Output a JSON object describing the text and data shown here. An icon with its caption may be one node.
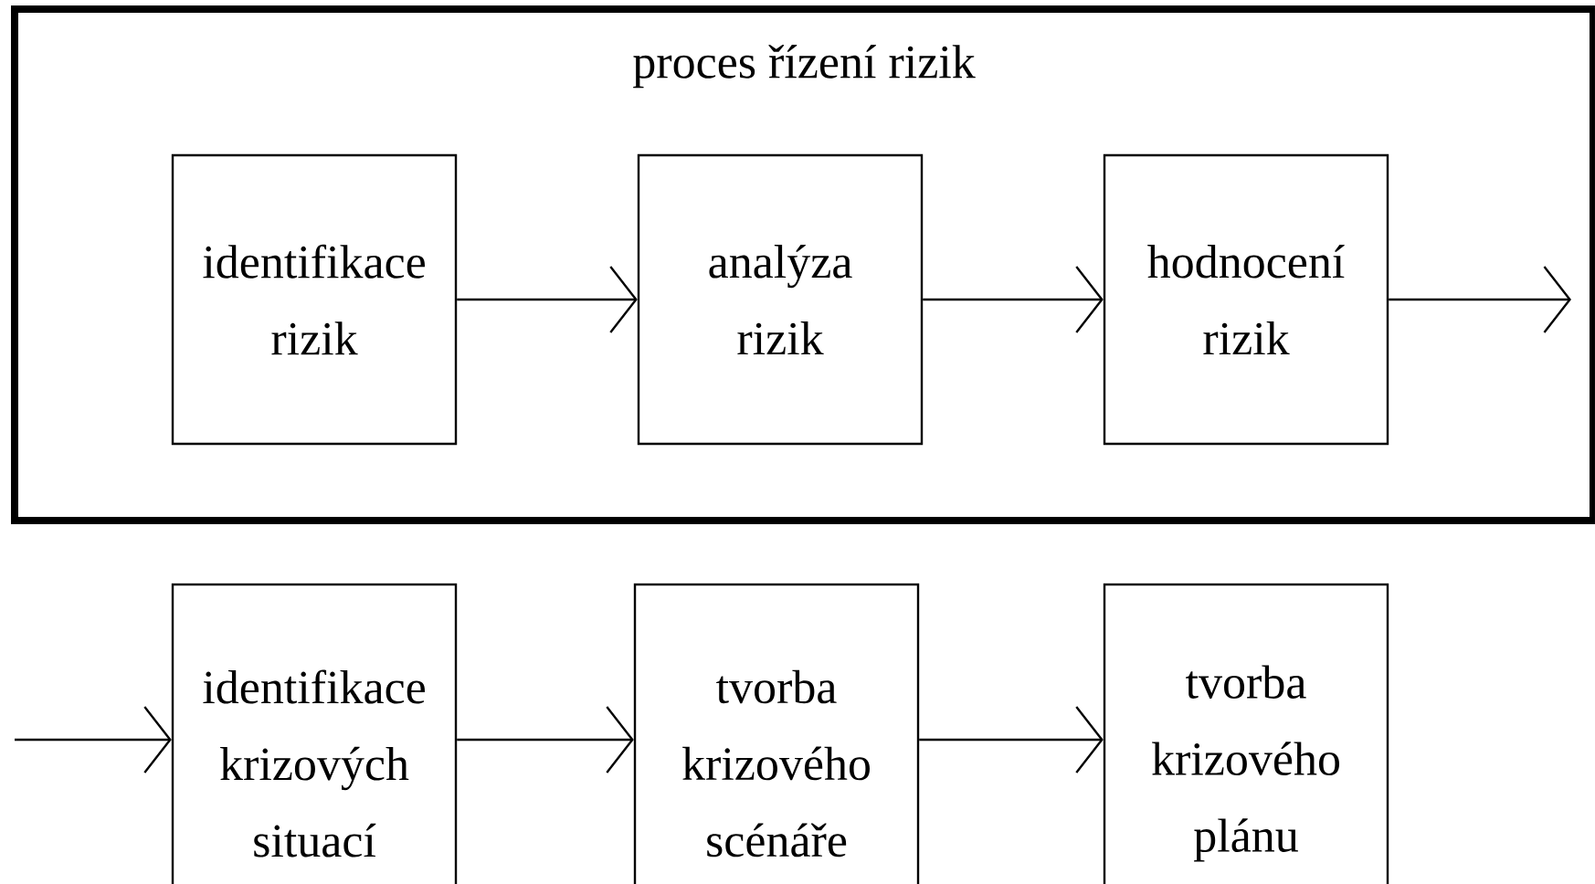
{
  "diagram": {
    "nodes": [
      {
        "text": [
          "proces řízení rizik"
        ]
      },
      {
        "text": [
          "identifikace rizik"
        ],
        "in": 0
      },
      {
        "text": [
          "analýza rizik"
        ],
        "in": 0
      },
      {
        "text": [
          "hodnocení rizik"
        ],
        "in": 0
      },
      {
        "text": [
          "identifikace krizových situací"
        ]
      },
      {
        "text": [
          "tvorba krizového scénáře"
        ]
      },
      {
        "text": [
          "tvorba krizového plánu"
        ]
      }
    ],
    "edges": [
      {
        "from": 1,
        "to": 2,
        "arrow": "to"
      },
      {
        "from": 2,
        "to": 3,
        "arrow": "to"
      },
      {
        "from": 3,
        "to": null,
        "arrow": "to"
      },
      {
        "from": null,
        "to": 4,
        "arrow": "to"
      },
      {
        "from": 4,
        "to": 5,
        "arrow": "to"
      },
      {
        "from": 5,
        "to": 6,
        "arrow": "to"
      }
    ]
  }
}
